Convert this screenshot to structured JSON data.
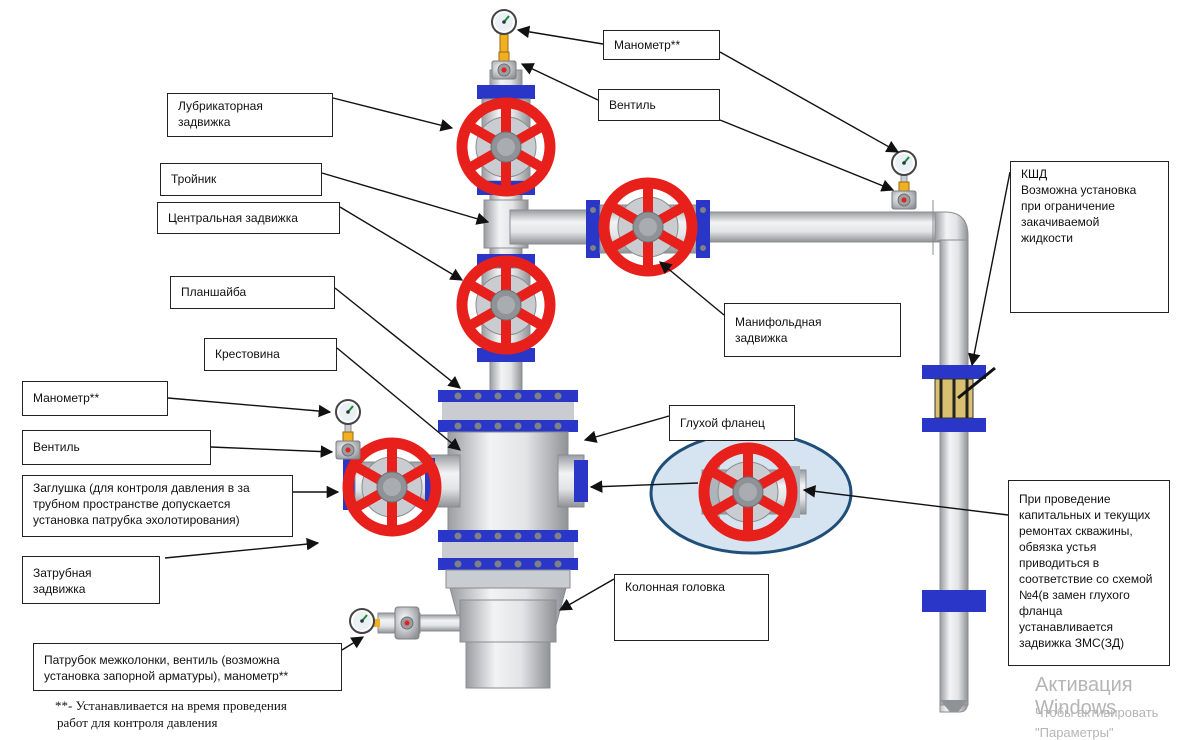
{
  "labels": {
    "manometer_top": "Манометр**",
    "valve_top": "Вентиль",
    "lubricator": [
      "Лубрикаторная",
      "задвижка"
    ],
    "tee": "Тройник",
    "central": "Центральная задвижка",
    "planshaiba": "Планшайба",
    "crosspiece": "Крестовина",
    "manometer_left": "Манометр**",
    "valve_left": "Вентиль",
    "plug": [
      "Заглушка (для контроля давления в за",
      "трубном пространстве допускается",
      "установка патрубка эхолотирования)"
    ],
    "annulus_valve": [
      "Затрубная",
      "задвижка"
    ],
    "intercasing": [
      "Патрубок межколонки, вентиль (возможна",
      "установка запорной арматуры), манометр**"
    ],
    "blind_flange": "Глухой фланец",
    "column_head": "Колонная головка",
    "manifold": [
      "Манифольдная",
      "задвижка"
    ],
    "kshd": [
      "КШД",
      "Возможна установка",
      "при ограничение",
      "закачиваемой",
      "жидкости"
    ],
    "repair": [
      "При проведение",
      "капитальных и текущих",
      "ремонтах скважины,",
      "обвязка устья",
      "приводиться в",
      "соответствие со схемой",
      "№4(в замен глухого",
      "фланца устанавливается",
      "задвижка ЗМС(ЗД)"
    ]
  },
  "footnote": [
    "**- Устанавливается на время проведения",
    "работ для контроля  давления"
  ],
  "watermark": [
    "Активация Windows",
    "Чтобы активировать",
    "\"Параметры\""
  ],
  "colors": {
    "wheel": "#e8201c",
    "flange": "#2a36c8",
    "pipe": "#d8dadd",
    "pipe_edge": "#8a8d90",
    "ellipse_fill": "#d6e4f2",
    "ellipse_stroke": "#1f4e79",
    "arrow": "#111111"
  },
  "icons": [
    "handwheel-icon",
    "pressure-gauge-icon",
    "needle-valve-icon"
  ]
}
